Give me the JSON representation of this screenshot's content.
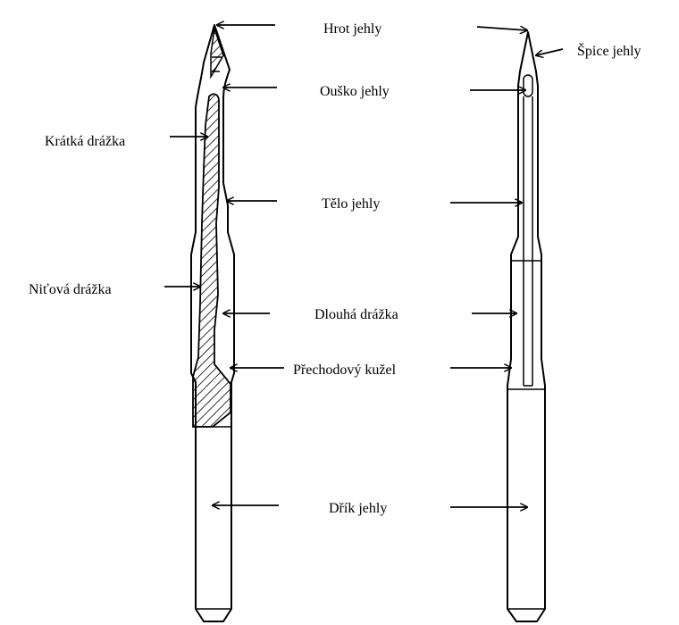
{
  "labels": {
    "hrot": "Hrot jehly",
    "spice": "Špice jehly",
    "ousko": "Ouško jehly",
    "kratka": "Krátká drážka",
    "telo": "Tělo jehly",
    "nitova": "Niťová drážka",
    "dlouha": "Dlouhá drážka",
    "prechodovy": "Přechodový kužel",
    "drik": "Dřík jehly"
  }
}
